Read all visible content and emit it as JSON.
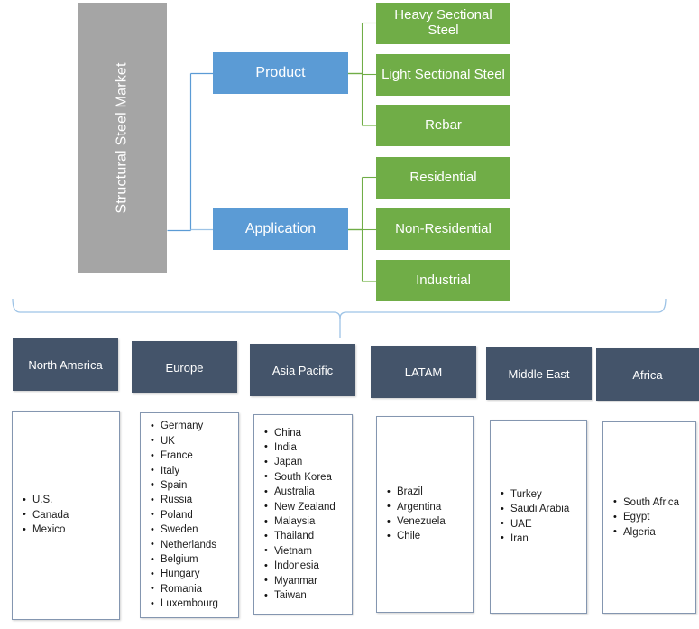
{
  "title": "Structural Steel Market",
  "colors": {
    "root": "#A5A5A5",
    "segment": "#5B9BD5",
    "leaf": "#70AD47",
    "region_header": "#44546A",
    "connector_blue": "#5B9BD5",
    "connector_green": "#70AD47",
    "brace": "#9DC3E6",
    "list_border": "#8496B0"
  },
  "segments": [
    {
      "label": "Product",
      "children": [
        {
          "label": "Heavy  Sectional Steel"
        },
        {
          "label": "Light Sectional Steel"
        },
        {
          "label": "Rebar"
        }
      ]
    },
    {
      "label": "Application",
      "children": [
        {
          "label": "Residential"
        },
        {
          "label": "Non-Residential"
        },
        {
          "label": "Industrial"
        }
      ]
    }
  ],
  "regions": [
    {
      "name": "North America",
      "countries": [
        "U.S.",
        "Canada",
        "Mexico"
      ]
    },
    {
      "name": "Europe",
      "countries": [
        "Germany",
        "UK",
        "France",
        "Italy",
        "Spain",
        "Russia",
        "Poland",
        "Sweden",
        "Netherlands",
        "Belgium",
        "Hungary",
        "Romania",
        "Luxembourg"
      ]
    },
    {
      "name": "Asia Pacific",
      "countries": [
        "China",
        "India",
        "Japan",
        "South Korea",
        "Australia",
        "New Zealand",
        "Malaysia",
        "Thailand",
        "Vietnam",
        "Indonesia",
        "Myanmar",
        "Taiwan"
      ]
    },
    {
      "name": "LATAM",
      "countries": [
        "Brazil",
        "Argentina",
        "Venezuela",
        "Chile"
      ]
    },
    {
      "name": "Middle East",
      "countries": [
        "Turkey",
        "Saudi Arabia",
        "UAE",
        "Iran"
      ]
    },
    {
      "name": "Africa",
      "countries": [
        "South Africa",
        "Egypt",
        "Algeria"
      ]
    }
  ]
}
